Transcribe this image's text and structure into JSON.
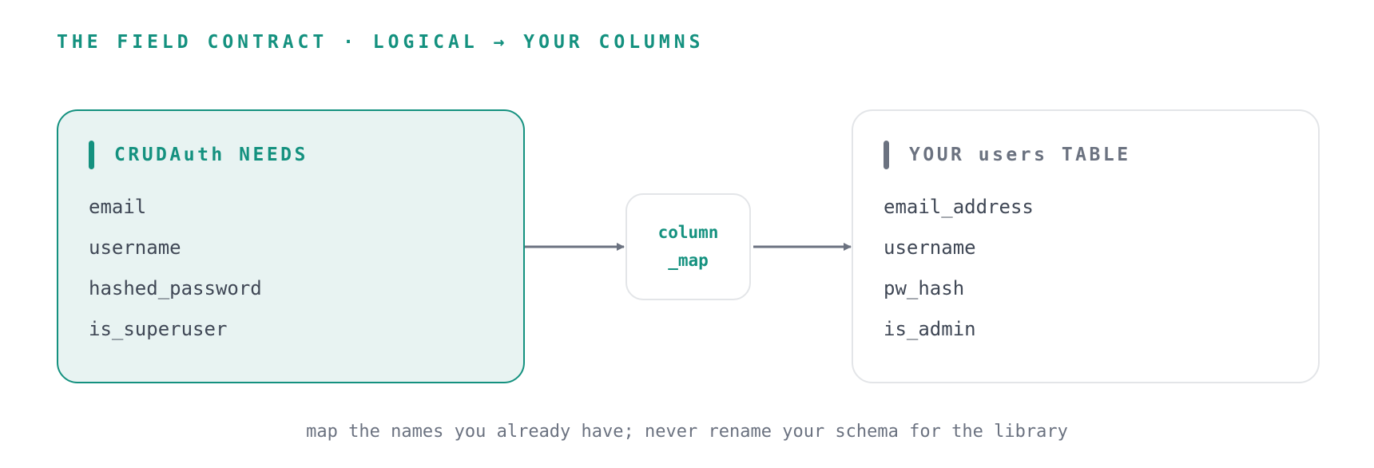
{
  "heading": "THE FIELD CONTRACT · LOGICAL → YOUR COLUMNS",
  "left_panel": {
    "title": "CRUDAuth NEEDS",
    "fields": [
      "email",
      "username",
      "hashed_password",
      "is_superuser"
    ]
  },
  "mapper": {
    "label": "column\n_map"
  },
  "right_panel": {
    "title": "YOUR users TABLE",
    "fields": [
      "email_address",
      "username",
      "pw_hash",
      "is_admin"
    ]
  },
  "caption": "map the names you already have; never rename your schema for the library",
  "colors": {
    "accent": "#14917f",
    "muted": "#6b7280",
    "text": "#3f4755",
    "left_fill": "#e8f3f2",
    "border": "#e3e5e8"
  }
}
